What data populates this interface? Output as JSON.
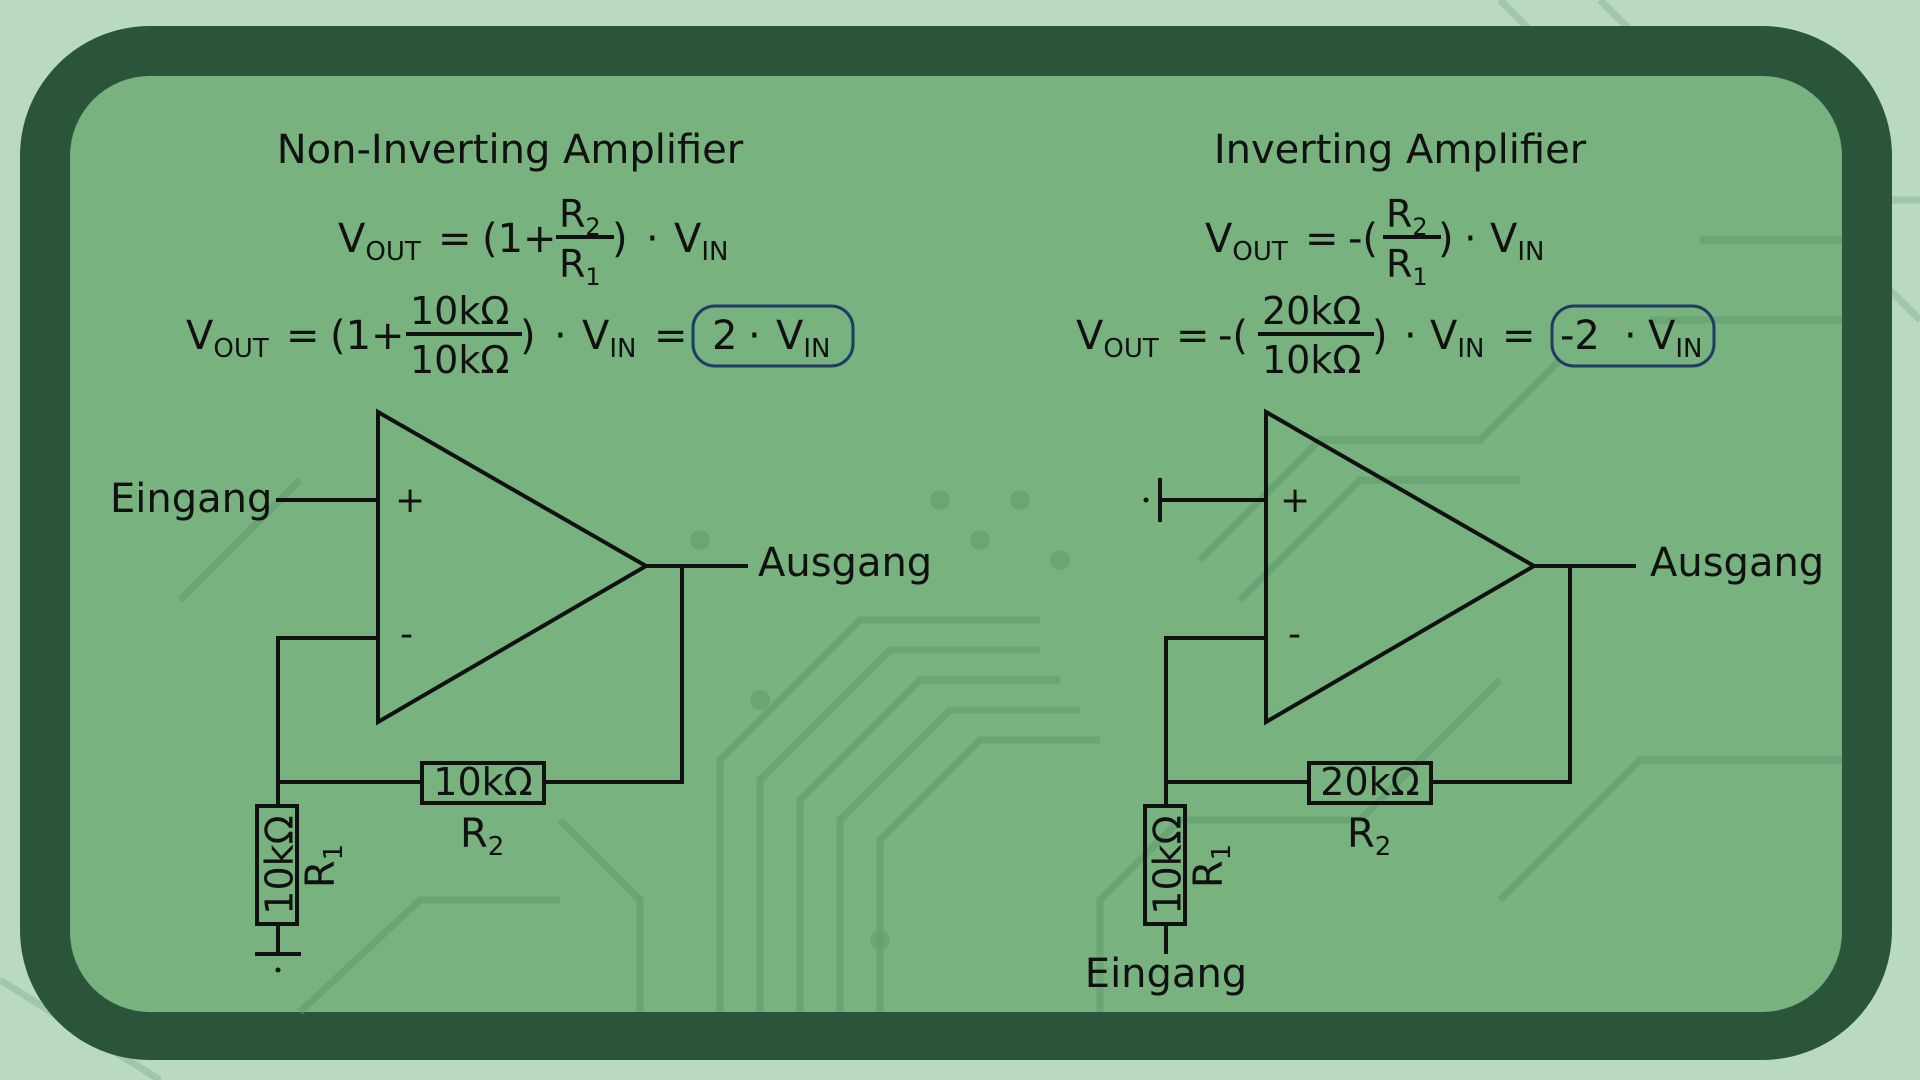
{
  "colors": {
    "outer_bg": "#b9d9c2",
    "frame": "#2a553a",
    "panel": "#77b27f",
    "ink": "#111111",
    "highlight": "#1f3b66"
  },
  "non_inverting": {
    "title": "Non-Inverting Amplifier",
    "eq1": {
      "lhs": "V",
      "lhs_sub": "OUT",
      "equals": "=",
      "open": "(1+",
      "num": "R",
      "num_sub": "2",
      "den": "R",
      "den_sub": "1",
      "close": ")",
      "dot": "·",
      "vin": "V",
      "vin_sub": "IN"
    },
    "eq2": {
      "lhs": "V",
      "lhs_sub": "OUT",
      "equals": "=",
      "open": "(1+",
      "num": "10kΩ",
      "den": "10kΩ",
      "close": ")",
      "dot": "·",
      "vin": "V",
      "vin_sub": "IN",
      "equals2": "=",
      "result_coef": "2",
      "result_dot": "·",
      "result_v": "V",
      "result_sub": "IN"
    },
    "input_label": "Eingang",
    "output_label": "Ausgang",
    "plus": "+",
    "minus": "-",
    "r1_value": "10kΩ",
    "r1_name": "R",
    "r1_sub": "1",
    "r2_value": "10kΩ",
    "r2_name": "R",
    "r2_sub": "2"
  },
  "inverting": {
    "title": "Inverting Amplifier",
    "eq1": {
      "lhs": "V",
      "lhs_sub": "OUT",
      "equals": "=",
      "open": "-(",
      "num": "R",
      "num_sub": "2",
      "den": "R",
      "den_sub": "1",
      "close": ")",
      "dot": "·",
      "vin": "V",
      "vin_sub": "IN"
    },
    "eq2": {
      "lhs": "V",
      "lhs_sub": "OUT",
      "equals": "=",
      "open": "-(",
      "num": "20kΩ",
      "den": "10kΩ",
      "close": ")",
      "dot": "·",
      "vin": "V",
      "vin_sub": "IN",
      "equals2": "=",
      "result_coef": "-2",
      "result_dot": "·",
      "result_v": "V",
      "result_sub": "IN"
    },
    "input_label": "Eingang",
    "output_label": "Ausgang",
    "plus": "+",
    "minus": "-",
    "r1_value": "10kΩ",
    "r1_name": "R",
    "r1_sub": "1",
    "r2_value": "20kΩ",
    "r2_name": "R",
    "r2_sub": "2"
  }
}
